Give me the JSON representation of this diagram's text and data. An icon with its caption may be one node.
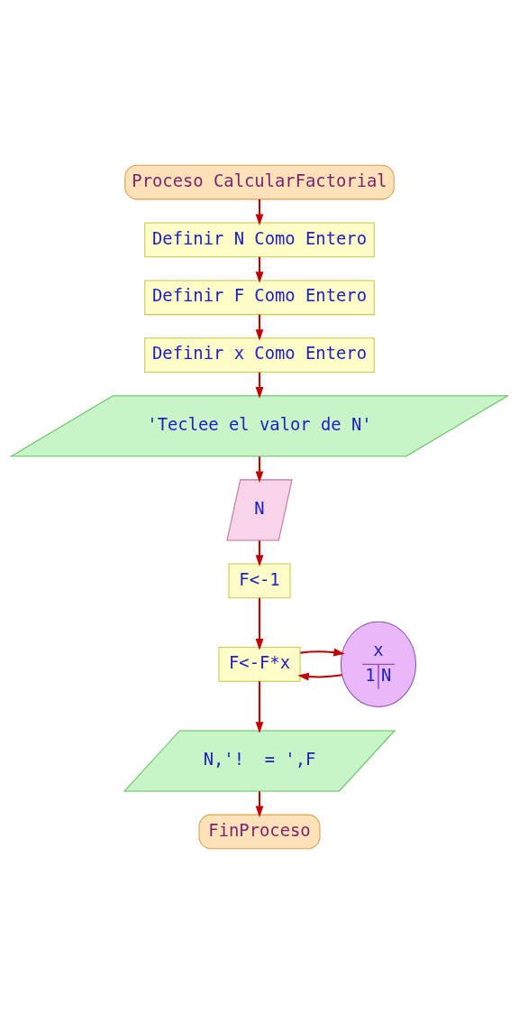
{
  "diagram": {
    "nodes": [
      {
        "text": [
          "Proceso CalcularFactorial"
        ]
      },
      {
        "text": [
          "Definir N Como Entero"
        ]
      },
      {
        "text": [
          "Definir F Como Entero"
        ]
      },
      {
        "text": [
          "Definir x Como Entero"
        ]
      },
      {
        "text": [
          "'Teclee el valor de N'"
        ]
      },
      {
        "text": [
          "N"
        ]
      },
      {
        "text": [
          "F<-1"
        ]
      },
      {
        "text": [
          "x",
          "1",
          "N"
        ]
      },
      {
        "text": [
          "F<-F*x"
        ]
      },
      {
        "text": [
          "N,'!  = ',F"
        ]
      },
      {
        "text": [
          "FinProceso"
        ]
      }
    ],
    "edges": [
      {
        "from": 0,
        "to": 1,
        "arrow": "to"
      },
      {
        "from": 1,
        "to": 2,
        "arrow": "to"
      },
      {
        "from": 2,
        "to": 3,
        "arrow": "to"
      },
      {
        "from": 3,
        "to": 4,
        "arrow": "to"
      },
      {
        "from": 4,
        "to": 5,
        "arrow": "to"
      },
      {
        "from": 5,
        "to": 6,
        "arrow": "to"
      },
      {
        "from": 6,
        "to": 8,
        "arrow": "to"
      },
      {
        "from": 7,
        "to": 8,
        "arrow": "to"
      },
      {
        "from": 8,
        "to": 7,
        "arrow": "to"
      },
      {
        "from": 8,
        "to": 9,
        "arrow": "to"
      },
      {
        "from": 9,
        "to": 10,
        "arrow": "to"
      }
    ]
  }
}
